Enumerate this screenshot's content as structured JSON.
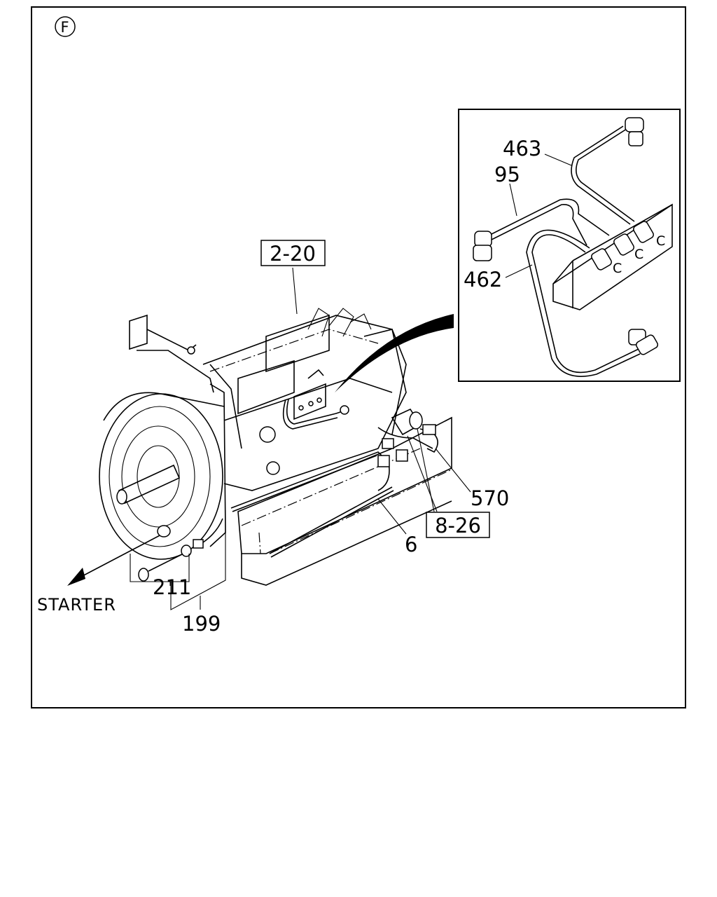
{
  "view_marker": "F",
  "callouts": {
    "boxed_2_20": "2-20",
    "boxed_8_26": "8-26",
    "p463": "463",
    "p95": "95",
    "p462": "462",
    "p570": "570",
    "p6": "6",
    "p211": "211",
    "p199": "199",
    "starter": "STARTER"
  },
  "connector_letters": [
    "C",
    "C",
    "C"
  ]
}
